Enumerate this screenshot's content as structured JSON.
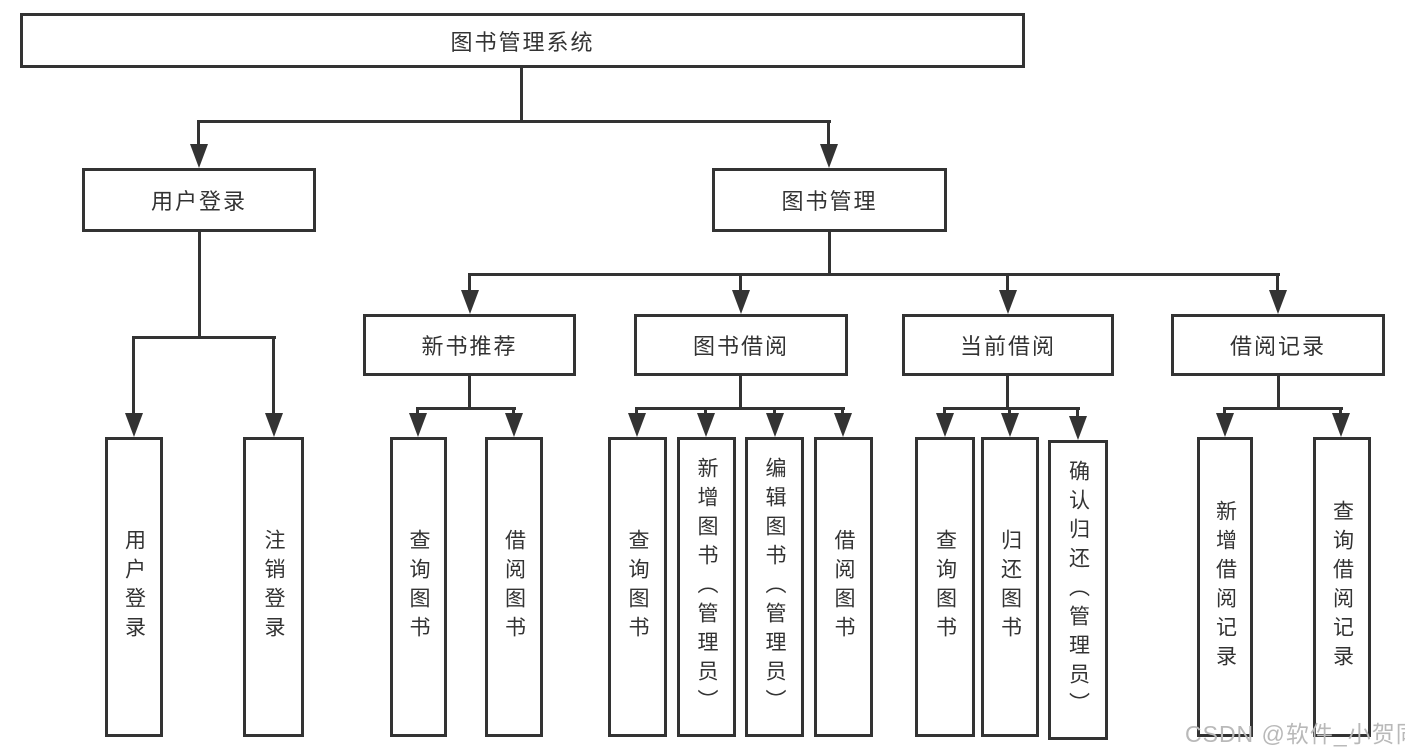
{
  "diagram": {
    "root": {
      "label": "图书管理系统"
    },
    "branches": [
      {
        "label": "用户登录",
        "children": [
          {
            "label": "用户登录"
          },
          {
            "label": "注销登录"
          }
        ]
      },
      {
        "label": "图书管理",
        "groups": [
          {
            "label": "新书推荐",
            "children": [
              {
                "label": "查询图书"
              },
              {
                "label": "借阅图书"
              }
            ]
          },
          {
            "label": "图书借阅",
            "children": [
              {
                "label": "查询图书"
              },
              {
                "label": "新增图书（管理员）"
              },
              {
                "label": "编辑图书（管理员）"
              },
              {
                "label": "借阅图书"
              }
            ]
          },
          {
            "label": "当前借阅",
            "children": [
              {
                "label": "查询图书"
              },
              {
                "label": "归还图书"
              },
              {
                "label": "确认归还（管理员）"
              }
            ]
          },
          {
            "label": "借阅记录",
            "children": [
              {
                "label": "新增借阅记录"
              },
              {
                "label": "查询借阅记录"
              }
            ]
          }
        ]
      }
    ]
  },
  "watermark": {
    "text": "CSDN @软件_小贺同学"
  },
  "colors": {
    "line": "#333333",
    "text": "#333333",
    "watermark": "#b9b9b9",
    "background": "#ffffff"
  }
}
